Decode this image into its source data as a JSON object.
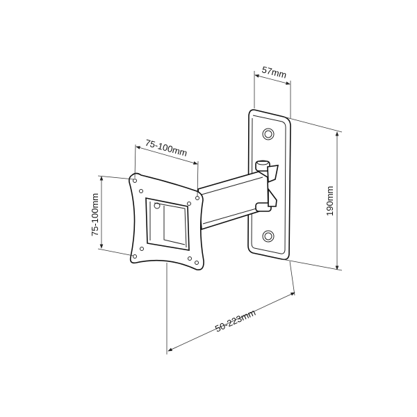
{
  "dimensions": {
    "plate_width": "57mm",
    "plate_height": "190mm",
    "vesa_horizontal": "75-100mm",
    "vesa_vertical": "75-100mm",
    "arm_extension": "50-223mm"
  },
  "colors": {
    "line": "#111111",
    "background": "#ffffff"
  }
}
